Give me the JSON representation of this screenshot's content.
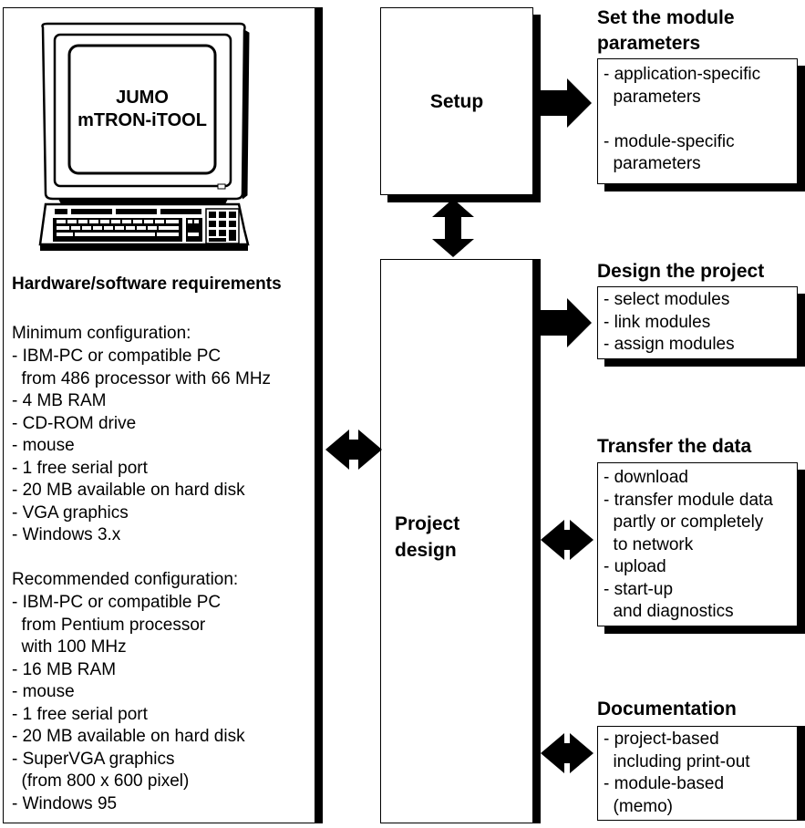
{
  "computer": {
    "screen_line1": "JUMO",
    "screen_line2": "mTRON-iTOOL"
  },
  "requirements": {
    "title": "Hardware/software requirements",
    "minimum_title": "Minimum configuration:",
    "minimum_items": [
      "- IBM-PC or compatible PC",
      "  from 486 processor with 66 MHz",
      "- 4 MB RAM",
      "- CD-ROM drive",
      "- mouse",
      "- 1 free serial port",
      "- 20 MB available on hard disk",
      "- VGA graphics",
      "- Windows 3.x"
    ],
    "recommended_title": "Recommended configuration:",
    "recommended_items": [
      "- IBM-PC or compatible PC",
      "  from Pentium processor",
      "  with 100 MHz",
      "- 16 MB RAM",
      "- mouse",
      "- 1 free serial port",
      "- 20 MB available on hard disk",
      "- SuperVGA graphics",
      "  (from 800 x 600 pixel)",
      "- Windows 95"
    ]
  },
  "setup": {
    "label": "Setup"
  },
  "project_design": {
    "label_line1": "Project",
    "label_line2": "design"
  },
  "module_parameters": {
    "heading_line1": "Set the module",
    "heading_line2": "parameters",
    "items": [
      "- application-specific",
      "  parameters",
      "",
      "- module-specific",
      "  parameters"
    ]
  },
  "design_project": {
    "heading": "Design the project",
    "items": [
      "- select modules",
      "- link modules",
      "- assign modules"
    ]
  },
  "transfer_data": {
    "heading": "Transfer the data",
    "items": [
      "- download",
      "- transfer module data",
      "  partly or completely",
      "  to network",
      "- upload",
      "- start-up",
      "  and diagnostics"
    ]
  },
  "documentation": {
    "heading": "Documentation",
    "items": [
      "- project-based",
      "  including print-out",
      "- module-based",
      "  (memo)"
    ]
  }
}
